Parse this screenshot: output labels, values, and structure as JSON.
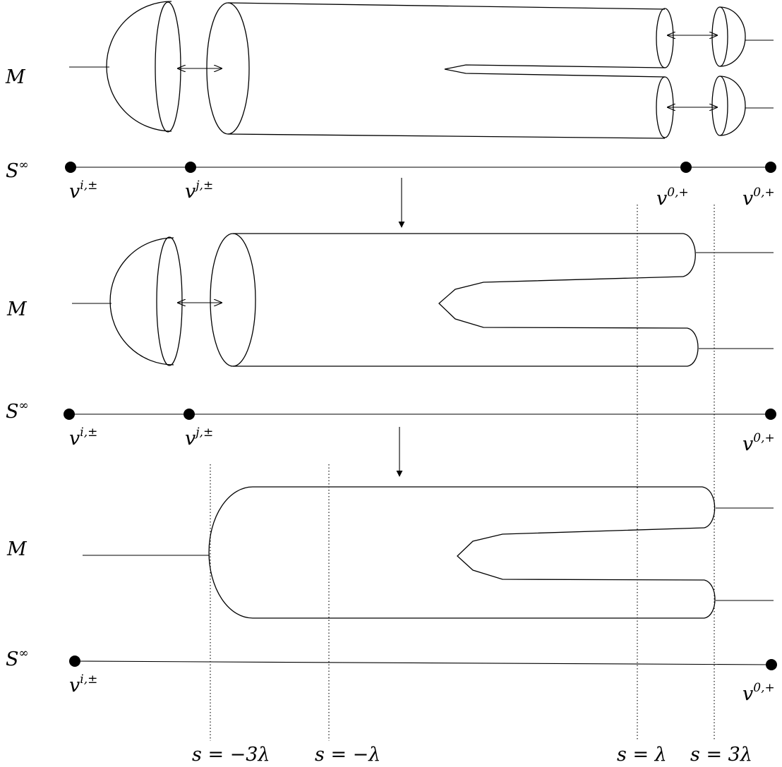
{
  "labels": {
    "manifold": "M",
    "sphere_base": "S",
    "sphere_sup": "∞"
  },
  "vertices": {
    "v_i": {
      "base": "v",
      "sup": "i,±"
    },
    "v_j": {
      "base": "v",
      "sup": "j,±"
    },
    "v_0": {
      "base": "v",
      "sup": "0,+"
    }
  },
  "parameters": [
    {
      "text": "s = −3λ"
    },
    {
      "text": "s = −λ"
    },
    {
      "text": "s = λ"
    },
    {
      "text": "s = 3λ"
    }
  ]
}
